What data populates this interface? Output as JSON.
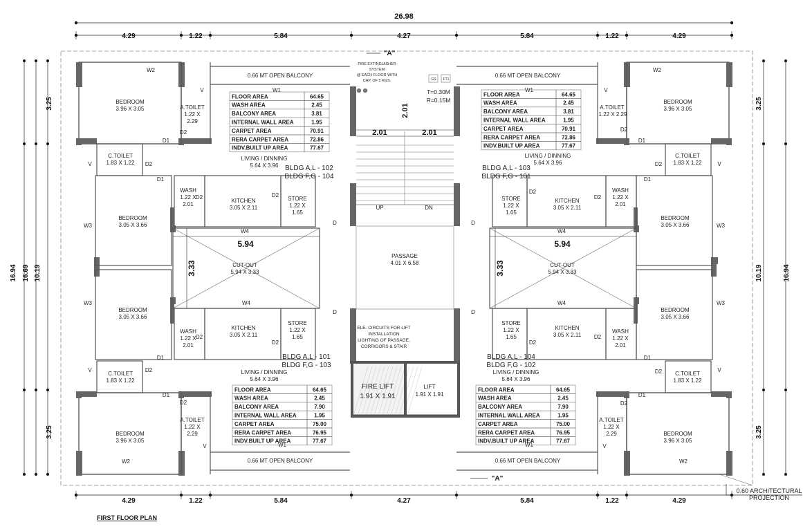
{
  "overall_dims": {
    "total": "26.98",
    "top": [
      "4.29",
      "1.22",
      "5.84",
      "4.27",
      "5.84",
      "1.22",
      "4.29"
    ],
    "left": [
      "3.25",
      "16.69",
      "10.19",
      "16.94",
      "3.25"
    ],
    "right": [
      "3.25",
      "10.19",
      "16.94",
      "3.25"
    ]
  },
  "section_marks": {
    "top": "\"A\"",
    "bottom": "\"A\""
  },
  "fire_note": [
    "FIRE EXTINGUISHER",
    "SYSTEM",
    "@ EACH FLOOR WITH",
    "CAP. OF 5 KGS."
  ],
  "tag_marks": [
    "GS",
    "FT1"
  ],
  "stair": {
    "tread": "T=0.30M",
    "riser": "R=0.15M",
    "dim_v": "2.01",
    "dim_h1": "2.01",
    "dim_h2": "2.01",
    "up": "UP",
    "dn": "DN"
  },
  "passage": {
    "name": "PASSAGE",
    "size": "4.01 X 6.58"
  },
  "lift_note": [
    "ELE. CIRCUITS FOR LIFT",
    "INSTALLATION",
    "LIGHTING OF PASSAGE,",
    "CORRIDORS & STAIR"
  ],
  "fire_lift": {
    "name": "FIRE LIFT",
    "size": "1.91 X 1.91"
  },
  "lift": {
    "name": "LIFT",
    "size": "1.91 X 1.91"
  },
  "balcony": "0.66 MT OPEN BALCONY",
  "rooms": {
    "bedroom_lg": {
      "name": "BEDROOM",
      "size": "3.96 X 3.05"
    },
    "bedroom_sm": {
      "name": "BEDROOM",
      "size": "3.05 X 3.66"
    },
    "a_toilet": {
      "name": "A.TOILET",
      "size1": "1.22 X",
      "size2": "2.29",
      "size_inline": "1.22 X 2.29"
    },
    "c_toilet": {
      "name": "C.TOILET",
      "size": "1.83 X 1.22"
    },
    "wash": {
      "name": "WASH",
      "size1": "1.22 X",
      "size2": "2.01"
    },
    "kitchen": {
      "name": "KITCHEN",
      "size": "3.05 X 2.11"
    },
    "store": {
      "name": "STORE",
      "size1": "1.22 X",
      "size2": "1.65"
    },
    "living": {
      "name": "LIVING / DINNING",
      "size": "5.64 X 3.96"
    },
    "cutout": {
      "name": "CUT-OUT",
      "size": "5.94 X 3.33",
      "dim_h": "5.94",
      "dim_v": "3.33"
    }
  },
  "openings": {
    "W1": "W1",
    "W2": "W2",
    "W3": "W3",
    "W4": "W4",
    "D": "D",
    "D1": "D1",
    "D2": "D2",
    "V": "V"
  },
  "unit_labels": {
    "tl": [
      "BLDG A,L - 102",
      "BLDG F,G - 104"
    ],
    "tr": [
      "BLDG A,L - 103",
      "BLDG F,G - 101"
    ],
    "bl": [
      "BLDG A,L - 101",
      "BLDG F,G - 103"
    ],
    "br": [
      "BLDG A,L - 104",
      "BLDG F,G - 102"
    ]
  },
  "area_table_top": [
    [
      "FLOOR AREA",
      "64.65"
    ],
    [
      "WASH AREA",
      "2.45"
    ],
    [
      "BALCONY AREA",
      "3.81"
    ],
    [
      "INTERNAL WALL AREA",
      "1.95"
    ],
    [
      "CARPET AREA",
      "70.91"
    ],
    [
      "RERA CARPET AREA",
      "72.86"
    ],
    [
      "INDV.BUILT UP AREA",
      "77.67"
    ]
  ],
  "area_table_bottom": [
    [
      "FLOOR AREA",
      "64.65"
    ],
    [
      "WASH AREA",
      "2.45"
    ],
    [
      "BALCONY AREA",
      "7.90"
    ],
    [
      "INTERNAL WALL AREA",
      "1.95"
    ],
    [
      "CARPET AREA",
      "75.00"
    ],
    [
      "RERA CARPET AREA",
      "76.95"
    ],
    [
      "INDV.BUILT UP AREA",
      "77.67"
    ]
  ],
  "plan_title": "FIRST FLOOR PLAN",
  "projection_note": [
    "0.60 ARCHITECTURAL",
    "PROJECTION"
  ]
}
